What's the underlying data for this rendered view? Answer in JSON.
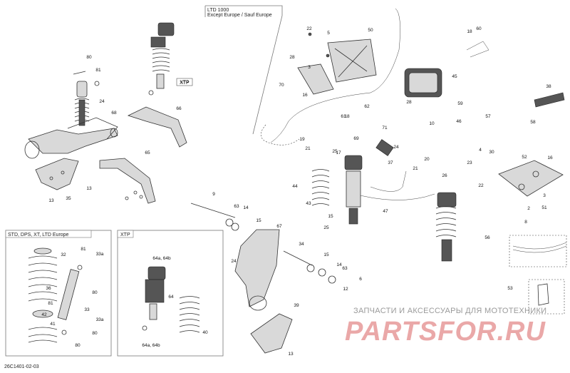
{
  "diagram_code": "26C1401-02-03",
  "watermark": {
    "tagline": "ЗАПЧАСТИ И АКСЕССУАРЫ ДЛЯ МОТОТЕХНИКИ",
    "logo": "PARTSFOR.RU"
  },
  "boxes": {
    "ltd": {
      "line1": "LTD 1000",
      "line2": "Except Europe / Sauf Europe"
    },
    "xtp_top": {
      "label": "XTP"
    },
    "std": {
      "label": "STD, DPS, XT, LTD Europe"
    },
    "xtp_bottom": {
      "label": "XTP"
    }
  },
  "callouts": [
    "80",
    "81",
    "24",
    "68",
    "13",
    "35",
    "13",
    "65",
    "66",
    "XTP",
    "22",
    "5",
    "50",
    "28",
    "3",
    "70",
    "16",
    "62",
    "61",
    "60",
    "18",
    "45",
    "38",
    "28",
    "59",
    "71",
    "19",
    "21",
    "25",
    "17",
    "18",
    "69",
    "37",
    "24",
    "20",
    "21",
    "26",
    "23",
    "58",
    "57",
    "46",
    "10",
    "4",
    "30",
    "52",
    "16",
    "3",
    "2",
    "51",
    "22",
    "8",
    "44",
    "43",
    "25",
    "15",
    "47",
    "9",
    "63",
    "14",
    "15",
    "67",
    "24",
    "34",
    "15",
    "14",
    "63",
    "6",
    "12",
    "56",
    "53",
    "39",
    "13",
    "32",
    "81",
    "33a",
    "81",
    "80",
    "36",
    "42",
    "41",
    "33",
    "33a",
    "80",
    "80",
    "64a, 64b",
    "64",
    "40",
    "64a, 64b"
  ]
}
